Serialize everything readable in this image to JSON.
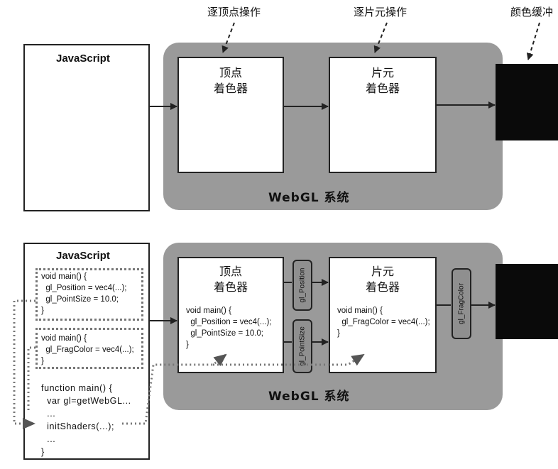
{
  "annotations": {
    "per_vertex": "逐顶点操作",
    "per_fragment": "逐片元操作",
    "color_buffer": "颜色缓冲"
  },
  "top_diagram": {
    "js_title": "JavaScript",
    "vertex_shader": [
      "顶点",
      "着色器"
    ],
    "fragment_shader": [
      "片元",
      "着色器"
    ],
    "system_label": "WebGL 系统"
  },
  "bottom_diagram": {
    "js_title": "JavaScript",
    "js_vertex_code": "void main() {\n  gl_Position = vec4(...);\n  gl_PointSize = 10.0;\n}",
    "js_fragment_code": "void main() {\n  gl_FragColor = vec4(...);\n}",
    "js_main_code": "function main() {\n  var gl=getWebGL...\n  ...\n  initShaders(...);\n  ...\n}",
    "vertex_shader": [
      "顶点",
      "着色器"
    ],
    "vertex_code": "void main() {\n  gl_Position = vec4(...);\n  gl_PointSize = 10.0;\n}",
    "fragment_shader": [
      "片元",
      "着色器"
    ],
    "fragment_code": "void main() {\n  gl_FragColor = vec4(...);\n}",
    "var_position": "gl_Position",
    "var_pointsize": "gl_PointSize",
    "var_fragcolor": "gl_FragColor",
    "system_label": "WebGL 系统"
  }
}
